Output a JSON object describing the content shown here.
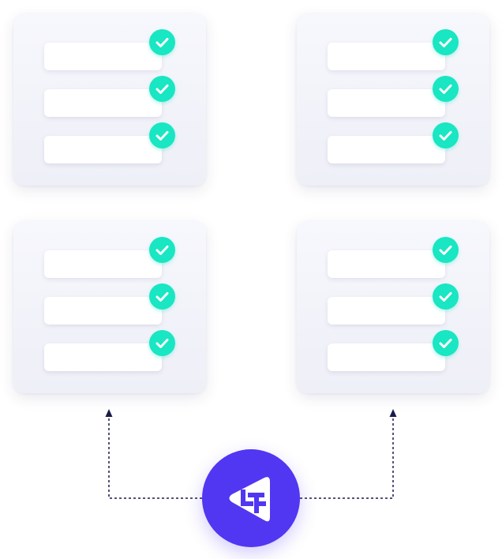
{
  "colors": {
    "accent": "#19e6c2",
    "brand": "#5136f2",
    "connector": "#1a1a4a",
    "card_bg": "#f2f3fa",
    "row_bg": "#ffffff"
  },
  "cards": [
    {
      "rows": [
        {
          "status": "checked"
        },
        {
          "status": "checked"
        },
        {
          "status": "checked"
        }
      ]
    },
    {
      "rows": [
        {
          "status": "checked"
        },
        {
          "status": "checked"
        },
        {
          "status": "checked"
        }
      ]
    },
    {
      "rows": [
        {
          "status": "checked"
        },
        {
          "status": "checked"
        },
        {
          "status": "checked"
        }
      ]
    },
    {
      "rows": [
        {
          "status": "checked"
        },
        {
          "status": "checked"
        },
        {
          "status": "checked"
        }
      ]
    }
  ],
  "icons": {
    "check": "checkmark-icon",
    "logo": "brand-logo-icon",
    "arrow": "arrow-up-icon"
  },
  "connectors": [
    {
      "from": "brand-logo",
      "to": "left-column-cards",
      "style": "dotted",
      "end": "arrow"
    },
    {
      "from": "brand-logo",
      "to": "right-column-cards",
      "style": "dotted",
      "end": "arrow"
    }
  ]
}
